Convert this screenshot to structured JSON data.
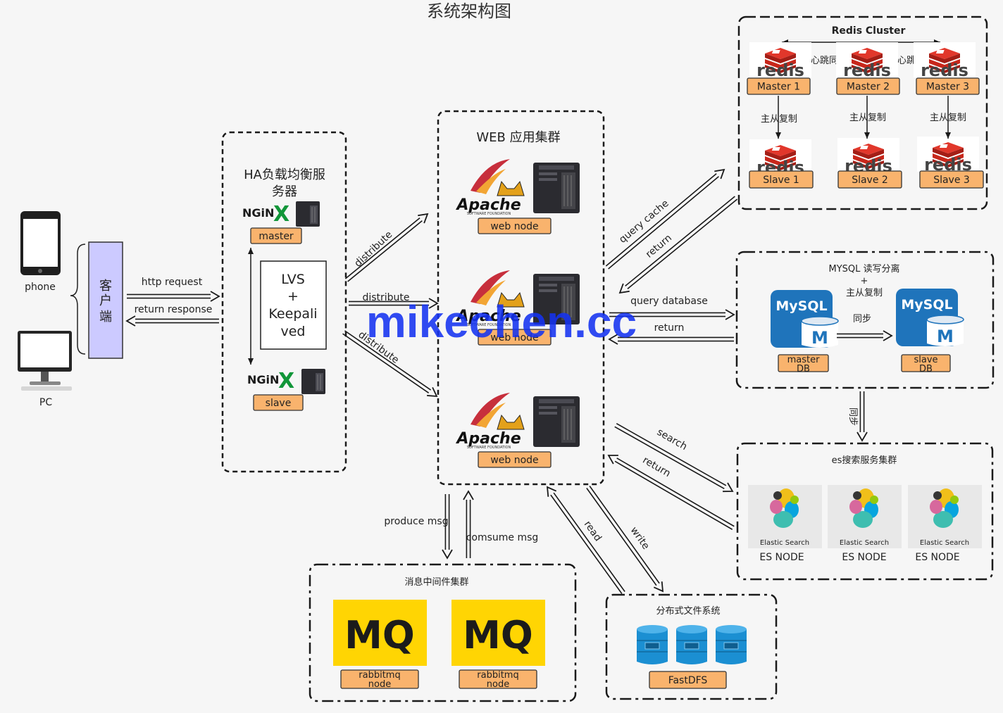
{
  "title": "系统架构图",
  "clients": {
    "phone": "phone",
    "pc": "PC",
    "box_label": [
      "客",
      "户",
      "端"
    ],
    "request": "http request",
    "response": "return response"
  },
  "ha": {
    "title_lines": [
      "HA负载均衡服",
      "务器"
    ],
    "master": "master",
    "slave": "slave",
    "lvs_lines": [
      "LVS",
      "+",
      "Keepali",
      "ved"
    ],
    "nginx": "NGiNX"
  },
  "web": {
    "title": "WEB 应用集群",
    "node_label": "web node",
    "apache": "Apache",
    "apache_sub": "SOFTWARE FOUNDATION",
    "distribute": "distribute"
  },
  "redis": {
    "title": "Redis Cluster",
    "logo": "redis",
    "heartbeat": "心跳同步",
    "replication": "主从复制",
    "masters": [
      "Master 1",
      "Master 2",
      "Master 3"
    ],
    "slaves": [
      "Slave 1",
      "Slave 2",
      "Slave 3"
    ]
  },
  "mysql": {
    "title": "MYSQL 读写分离",
    "plus": "+",
    "subtitle": "主从复制",
    "sync": "同步",
    "logo": "MySQL",
    "master": [
      "master",
      "DB"
    ],
    "slave": [
      "slave",
      "DB"
    ]
  },
  "es": {
    "title": "es搜索服务集群",
    "logo_caption": "Elastic Search",
    "node_label": "ES NODE",
    "sync": "同步"
  },
  "mq": {
    "title": "消息中间件集群",
    "logo": "MQ",
    "node": [
      "rabbitmq",
      "node"
    ],
    "produce": "produce msg",
    "consume": "comsume msg"
  },
  "fs": {
    "title": "分布式文件系统",
    "label": "FastDFS"
  },
  "flows": {
    "query_cache": "query cache",
    "return": "return",
    "query_database": "query database",
    "search": "search",
    "read": "read",
    "write": "write"
  },
  "watermark": "mikechen.cc",
  "colors": {
    "label_fill": "#f9b36d",
    "client_box": "#cccaff",
    "redis_red": "#c8271b",
    "mysql_blue": "#1f74bb",
    "mq_yellow": "#ffd503",
    "fs_blue": "#1b8fd2",
    "watermark": "#1532f0"
  }
}
